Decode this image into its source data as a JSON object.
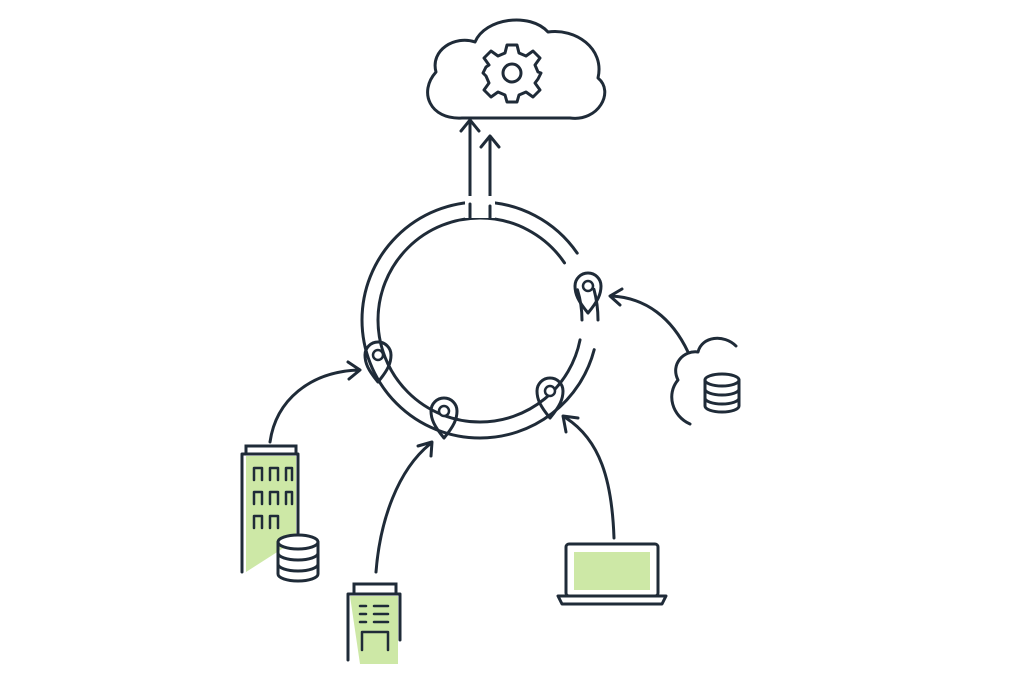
{
  "colors": {
    "line": "#1f2b38",
    "green": "#cde8a6",
    "gray": "#e6e7e8",
    "white": "#ffffff"
  },
  "nodes": [
    {
      "id": "cloud-service",
      "icon": "gear-icon"
    },
    {
      "id": "cloud-database",
      "icon": "database-icon"
    },
    {
      "id": "office-building-datacenter",
      "icon": "building-icon"
    },
    {
      "id": "branch-office",
      "icon": "building-icon"
    },
    {
      "id": "laptop-client",
      "icon": "laptop-icon"
    }
  ],
  "ring": {
    "icon": "ring-network",
    "points": 4,
    "point_icon": "location-pin-icon"
  }
}
